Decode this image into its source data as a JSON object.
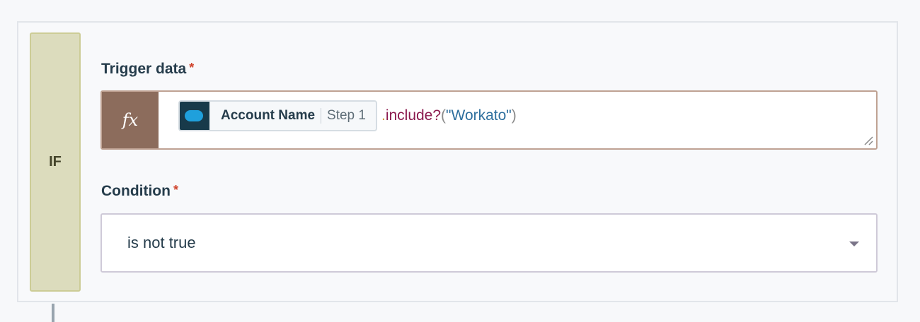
{
  "if_block": {
    "label": "IF",
    "color": "#dcdcbd"
  },
  "trigger": {
    "label": "Trigger data",
    "required_marker": "*",
    "fx_label": "fx",
    "pill": {
      "app_icon": "salesforce-icon",
      "field": "Account Name",
      "step": "Step 1"
    },
    "formula": {
      "dot": ".",
      "method": "include?",
      "open": "(",
      "string": "\"Workato\"",
      "close": ")"
    }
  },
  "condition": {
    "label": "Condition",
    "required_marker": "*",
    "selected": "is not true"
  }
}
